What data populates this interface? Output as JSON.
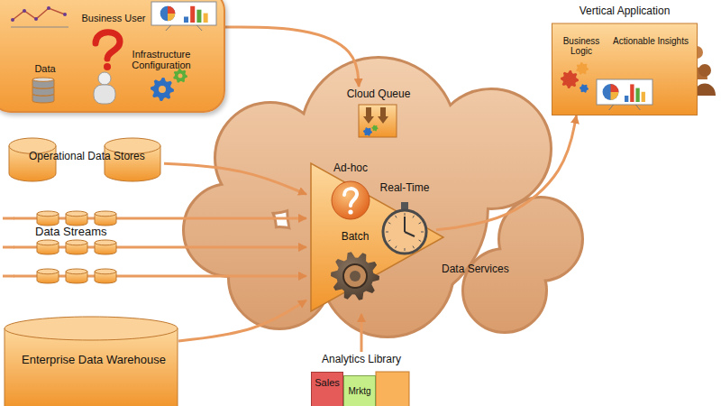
{
  "diagram": {
    "nodes": [
      {
        "text": [
          "Business User",
          "Data",
          "Infrastructure Configuration"
        ]
      },
      {
        "text": [
          "Vertical Application",
          "Business Logic",
          "Actionable Insights"
        ]
      },
      {
        "text": [
          "Cloud Queue"
        ]
      },
      {
        "text": [
          "Operational Data Stores"
        ]
      },
      {
        "text": [
          "Data Services"
        ]
      },
      {
        "text": [
          "Ad-hoc"
        ],
        "in": 4
      },
      {
        "text": [
          "Real-Time"
        ],
        "in": 4
      },
      {
        "text": [
          "Data Streams"
        ]
      },
      {
        "text": [
          "Batch"
        ],
        "in": 4
      },
      {
        "text": [
          "Enterprise Data Warehouse"
        ]
      },
      {
        "text": [
          "Analytics Library"
        ]
      },
      {
        "text": [
          "Sales"
        ],
        "in": 10
      },
      {
        "text": [
          "Mrktg"
        ],
        "in": 10
      }
    ],
    "edges": [
      {
        "from": 0,
        "to": 2,
        "arrow": "to"
      },
      {
        "from": 3,
        "to": 4,
        "arrow": "to"
      },
      {
        "from": 7,
        "to": 4,
        "arrow": "to"
      },
      {
        "from": 7,
        "to": 4,
        "arrow": "to"
      },
      {
        "from": 7,
        "to": 4,
        "arrow": "to"
      },
      {
        "from": 9,
        "to": 4,
        "arrow": "to"
      },
      {
        "from": 10,
        "to": 4,
        "arrow": "to"
      },
      {
        "from": 6,
        "to": 1,
        "arrow": "to"
      }
    ]
  }
}
